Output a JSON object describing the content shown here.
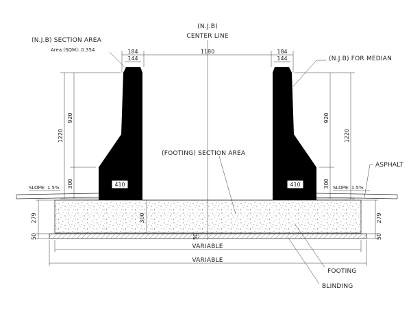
{
  "labels": {
    "njb_top": "(N.J.B)",
    "center_line": "CENTER LINE",
    "njb_section_area": "(N.J.B) SECTION AREA",
    "area_sqm": "Area (SQM): 0.354",
    "njb_for_median": "(N.J.B) FOR MEDIAN",
    "footing_section_area": "(FOOTING) SECTION AREA",
    "asphalt": "ASPHALT",
    "slope_left": "SLOPE: 1.5%",
    "slope_right": "SLOPE: 1.5%",
    "variable_inner": "VARIABLE",
    "variable_outer": "VARIABLE",
    "footing": "FOOTING",
    "blinding": "BLINDING"
  },
  "dimensions": {
    "top_width_left": "184",
    "inner_width_left": "144",
    "center_span": "1180",
    "top_width_right": "184",
    "inner_width_right": "144",
    "height_920_left": "920",
    "height_1220_left": "1220",
    "height_300_left": "300",
    "height_920_right": "920",
    "height_1220_right": "1220",
    "height_300_right": "300",
    "footing_279_left": "279",
    "blinding_50_left": "50",
    "footing_279_right": "279",
    "blinding_50_right": "50",
    "footing_300_center": "300",
    "blinding_50_center": "50",
    "base_width_left": "410",
    "base_width_right": "410"
  },
  "colors": {
    "barrier_fill": "#000000",
    "line": "#333333",
    "background": "#ffffff"
  }
}
